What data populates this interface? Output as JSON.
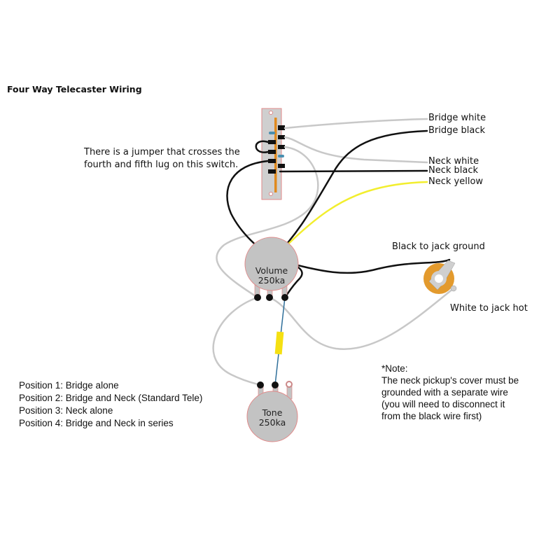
{
  "title": "Four Way Telecaster Wiring",
  "jumper_note": [
    "There is a jumper that crosses the",
    "fourth and fifth lug on this switch."
  ],
  "wire_labels": {
    "bridge_white": "Bridge white",
    "bridge_black": "Bridge black",
    "neck_white": "Neck white",
    "neck_black": "Neck black",
    "neck_yellow": "Neck yellow",
    "jack_ground": "Black to jack ground",
    "jack_hot": "White to jack hot"
  },
  "volume_pot": {
    "name": "Volume",
    "value": "250ka"
  },
  "tone_pot": {
    "name": "Tone",
    "value": "250ka"
  },
  "positions": [
    "Position 1: Bridge alone",
    "Position 2: Bridge and Neck (Standard Tele)",
    "Position 3: Neck alone",
    "Position 4: Bridge and Neck in series"
  ],
  "note": [
    "*Note:",
    "The neck pickup's cover must be",
    "grounded with a separate wire",
    "(you will need to disconnect it",
    "from the black wire first)"
  ],
  "colors": {
    "wire_white": "#c8c8c8",
    "wire_black": "#111111",
    "wire_yellow": "#f2ee2e",
    "pot": "#c3c3c3",
    "jack": "#e39a2d",
    "cap": "#f5e012",
    "cap_wire": "#2f6f9a"
  }
}
